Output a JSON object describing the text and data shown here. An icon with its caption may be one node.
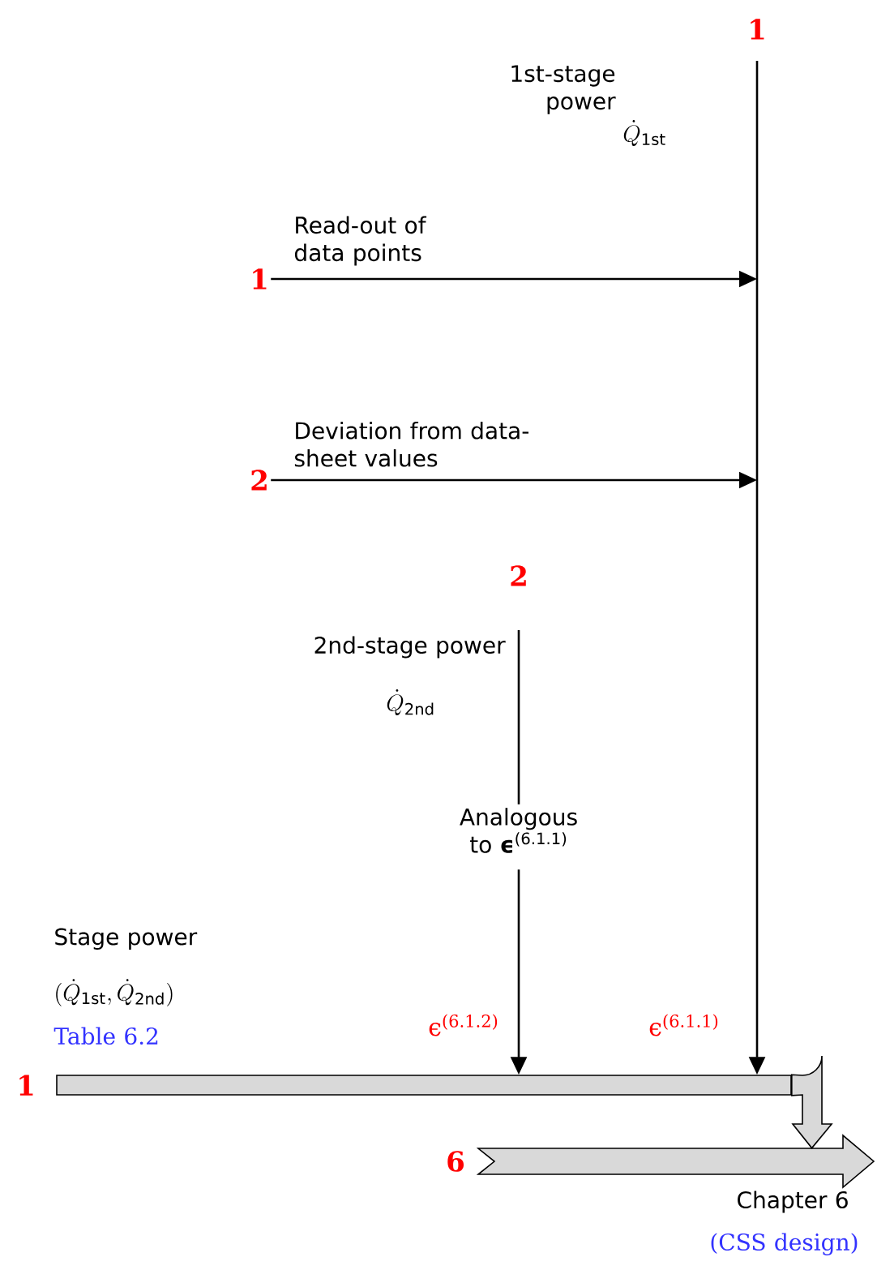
{
  "diagram": {
    "nodes": [
      {
        "text": [
          "1"
        ],
        "beside": [
          "1st-stage power",
          "\\dot{Q}_{\\mathrm{1st}}"
        ]
      },
      {
        "text": [
          "1"
        ],
        "beside": [
          "Read-out of data points"
        ]
      },
      {
        "text": [
          "2"
        ],
        "beside": [
          "Deviation from data-sheet values"
        ]
      },
      {
        "text": [
          "2"
        ],
        "beside": [
          "2nd-stage power",
          "\\dot{Q}_{\\mathrm{2nd}}"
        ]
      },
      {
        "text": [
          "Analogous to **ϵ**$^{(6.1.1)}$"
        ]
      },
      {
        "text": [
          "1"
        ],
        "beside": [
          "Stage power",
          "(\\dot{Q}_{\\mathrm{1st}},\\dot{Q}_{\\mathrm{2nd}})",
          "Table 6.2"
        ]
      },
      {
        "text": [
          "6"
        ],
        "beside": [
          "Chapter 6",
          "(CSS design)"
        ]
      }
    ],
    "edges": [
      {
        "from": 0,
        "to": 5,
        "arrow": "to",
        "label": "ϵ$^{(6.1.1)}$"
      },
      {
        "from": 1,
        "to": null,
        "arrow": "to"
      },
      {
        "from": 2,
        "to": null,
        "arrow": "to"
      },
      {
        "from": 3,
        "to": 4,
        "arrow": "none"
      },
      {
        "from": 4,
        "to": 5,
        "arrow": "to",
        "label": "ϵ$^{(6.1.2)}$"
      },
      {
        "from": 5,
        "to": 6,
        "arrow": "to"
      }
    ]
  }
}
